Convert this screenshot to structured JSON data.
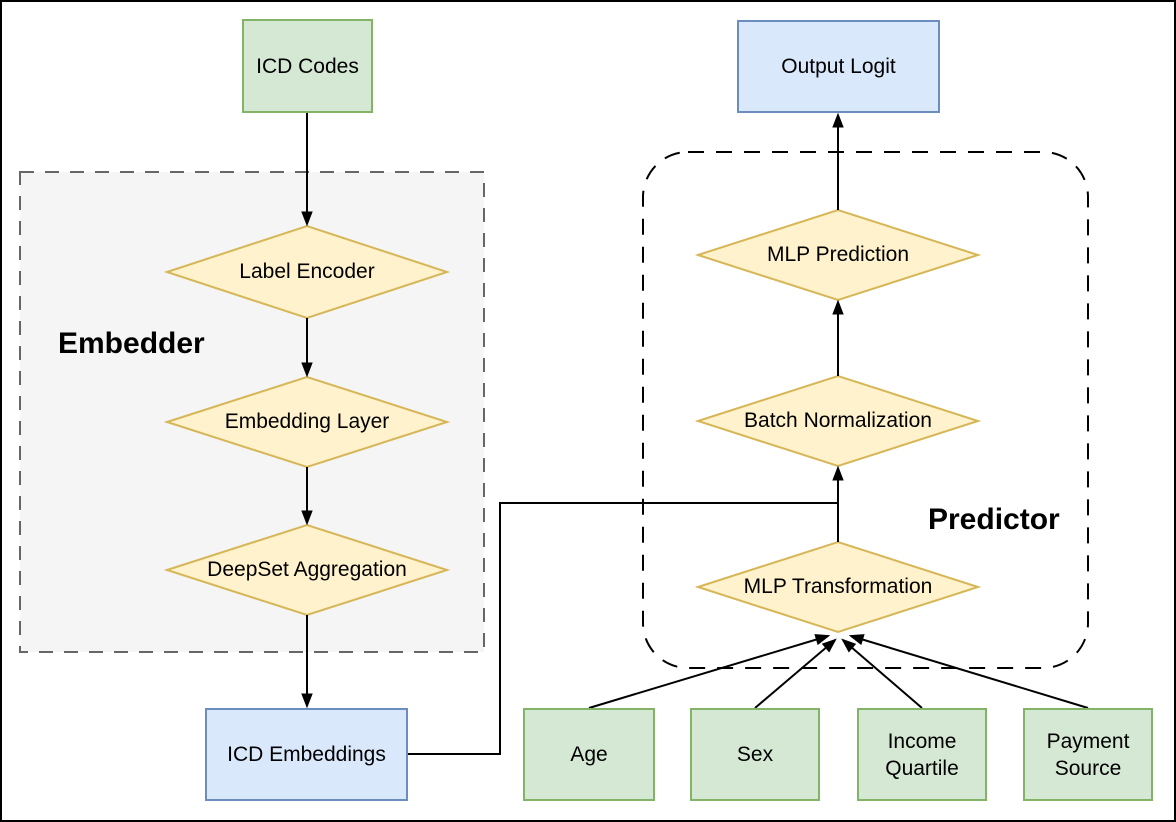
{
  "diagram": {
    "groups": {
      "embedder": {
        "label": "Embedder"
      },
      "predictor": {
        "label": "Predictor"
      }
    },
    "nodes": {
      "icd_codes": {
        "label": "ICD Codes",
        "shape": "rect",
        "color": "green"
      },
      "label_encoder": {
        "label": "Label Encoder",
        "shape": "diamond",
        "color": "yellow"
      },
      "embedding_layer": {
        "label": "Embedding Layer",
        "shape": "diamond",
        "color": "yellow"
      },
      "deepset_aggregation": {
        "label": "DeepSet Aggregation",
        "shape": "diamond",
        "color": "yellow"
      },
      "icd_embeddings": {
        "label": "ICD Embeddings",
        "shape": "rect",
        "color": "blue"
      },
      "output_logit": {
        "label": "Output Logit",
        "shape": "rect",
        "color": "blue"
      },
      "mlp_prediction": {
        "label": "MLP Prediction",
        "shape": "diamond",
        "color": "yellow"
      },
      "batch_normalization": {
        "label": "Batch Normalization",
        "shape": "diamond",
        "color": "yellow"
      },
      "mlp_transformation": {
        "label": "MLP Transformation",
        "shape": "diamond",
        "color": "yellow"
      },
      "age": {
        "label": "Age",
        "shape": "rect",
        "color": "green"
      },
      "sex": {
        "label": "Sex",
        "shape": "rect",
        "color": "green"
      },
      "income_quartile": {
        "label": "Income Quartile",
        "shape": "rect",
        "color": "green"
      },
      "payment_source": {
        "label": "Payment Source",
        "shape": "rect",
        "color": "green"
      }
    },
    "edges": [
      {
        "from": "icd_codes",
        "to": "label_encoder"
      },
      {
        "from": "label_encoder",
        "to": "embedding_layer"
      },
      {
        "from": "embedding_layer",
        "to": "deepset_aggregation"
      },
      {
        "from": "deepset_aggregation",
        "to": "icd_embeddings"
      },
      {
        "from": "icd_embeddings",
        "to": "batch_normalization"
      },
      {
        "from": "mlp_transformation",
        "to": "batch_normalization"
      },
      {
        "from": "batch_normalization",
        "to": "mlp_prediction"
      },
      {
        "from": "mlp_prediction",
        "to": "output_logit"
      },
      {
        "from": "age",
        "to": "mlp_transformation"
      },
      {
        "from": "sex",
        "to": "mlp_transformation"
      },
      {
        "from": "income_quartile",
        "to": "mlp_transformation"
      },
      {
        "from": "payment_source",
        "to": "mlp_transformation"
      }
    ],
    "colors": {
      "green_fill": "#d5e8d4",
      "green_border": "#82b366",
      "blue_fill": "#dae8fc",
      "blue_border": "#6c8ebf",
      "yellow_fill": "#fff2cc",
      "yellow_border": "#d6b656",
      "embedder_fill": "#f5f5f5",
      "embedder_border": "#666666",
      "predictor_border": "#000000",
      "arrow": "#000000",
      "canvas_frame": "#000000"
    }
  }
}
